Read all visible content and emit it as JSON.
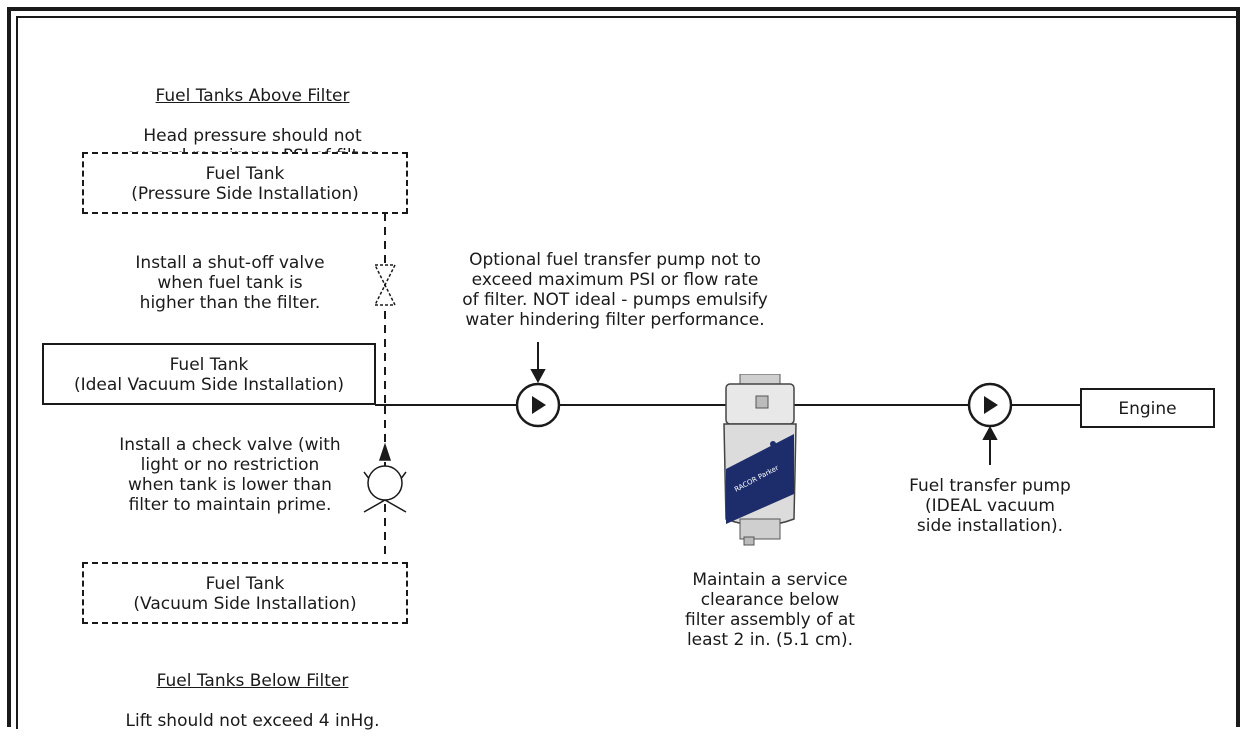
{
  "above": {
    "heading": "Fuel Tanks Above Filter",
    "note": "Head pressure should not\nexceed maximum PSI of  filter."
  },
  "pressure_tank": {
    "line1": "Fuel Tank",
    "line2": "(Pressure Side Installation)"
  },
  "shutoff_note": "Install a shut-off valve\nwhen fuel tank is\nhigher than the filter.",
  "ideal_tank": {
    "line1": "Fuel Tank",
    "line2": "(Ideal Vacuum Side Installation)"
  },
  "check_note": "Install a check valve (with\nlight or no restriction\nwhen tank is lower than\nfilter to maintain prime.",
  "vacuum_tank": {
    "line1": "Fuel Tank",
    "line2": "(Vacuum Side Installation)"
  },
  "below": {
    "heading": "Fuel Tanks Below Filter",
    "note": "Lift should not exceed 4 inHg."
  },
  "optional_pump_note": "Optional fuel transfer pump not to\nexceed maximum PSI or flow rate\nof filter. NOT ideal - pumps emulsify\nwater hindering filter performance.",
  "engine": "Engine",
  "ideal_pump_note": "Fuel transfer pump\n(IDEAL vacuum\nside installation).",
  "clearance_note": "Maintain a service\nclearance below\nfilter assembly of at\nleast 2 in. (5.1 cm).",
  "filter_brand": "RACOR Parker",
  "colors": {
    "line": "#1a1a1a",
    "filter_label": "#1d2d6b",
    "filter_body": "#dcdcdc"
  }
}
